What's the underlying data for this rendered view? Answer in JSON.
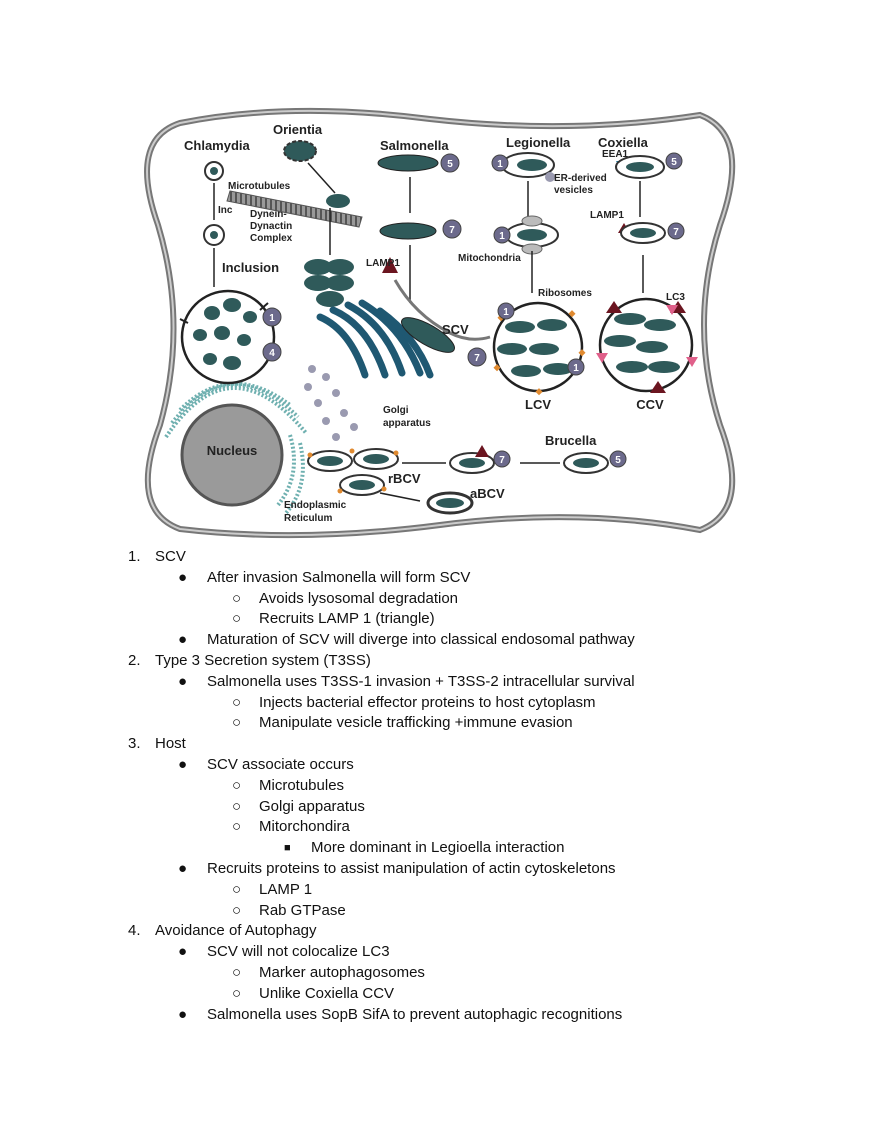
{
  "figure": {
    "labels": {
      "chlamydia": "Chlamydia",
      "orientia": "Orientia",
      "salmonella": "Salmonella",
      "legionella": "Legionella",
      "coxiella": "Coxiella",
      "eea1": "EEA1",
      "microtubules": "Microtubules",
      "inc": "Inc",
      "dynein1": "Dynein-",
      "dynein2": "Dynactin",
      "dynein3": "Complex",
      "inclusion": "Inclusion",
      "er_vesicles1": "ER-derived",
      "er_vesicles2": "vesicles",
      "lamp1_left": "LAMP1",
      "lamp1_right": "LAMP1",
      "mitochondria": "Mitochondria",
      "ribosomes": "Ribosomes",
      "lc3": "LC3",
      "scv": "SCV",
      "lcv": "LCV",
      "ccv": "CCV",
      "golgi1": "Golgi",
      "golgi2": "apparatus",
      "nucleus": "Nucleus",
      "brucella": "Brucella",
      "rbcv": "rBCV",
      "abcv": "aBCV",
      "er1": "Endoplasmic",
      "er2": "Reticulum"
    },
    "badges": {
      "chl_1": "1",
      "chl_4": "4",
      "sal_5": "5",
      "sal_7": "7",
      "scv_7": "7",
      "leg_1a": "1",
      "leg_1b": "1",
      "lcv_1a": "1",
      "lcv_1b": "1",
      "cox_5": "5",
      "cox_7": "7",
      "bru_5": "5",
      "bru_7": "7"
    },
    "colors": {
      "organism": "#2f5a5a",
      "badge": "#6c6a8c",
      "lamp_triangle": "#6b1520",
      "lc3": "#e0608a",
      "ribosome": "#e08a30",
      "nucleus": "#9a9a9a",
      "er": "#6fb0b0",
      "golgi": "#1f5872",
      "vesicle": "#9a9ab0"
    }
  },
  "notes": [
    {
      "level": 0,
      "marker": "1.",
      "text": "SCV"
    },
    {
      "level": 1,
      "marker": "●",
      "text": "After invasion Salmonella will form SCV"
    },
    {
      "level": 2,
      "marker": "○",
      "text": "Avoids lysosomal degradation"
    },
    {
      "level": 2,
      "marker": "○",
      "text": "Recruits LAMP 1 (triangle)"
    },
    {
      "level": 1,
      "marker": "●",
      "text": "Maturation of SCV will diverge into classical endosomal pathway"
    },
    {
      "level": 0,
      "marker": "2.",
      "text": "Type 3 Secretion system (T3SS)"
    },
    {
      "level": 1,
      "marker": "●",
      "text": "Salmonella uses T3SS-1 invasion + T3SS-2 intracellular survival"
    },
    {
      "level": 2,
      "marker": "○",
      "text": "Injects bacterial effector proteins to host cytoplasm"
    },
    {
      "level": 2,
      "marker": "○",
      "text": "Manipulate vesicle trafficking +immune evasion"
    },
    {
      "level": 0,
      "marker": "3.",
      "text": "Host"
    },
    {
      "level": 1,
      "marker": "●",
      "text": "SCV associate occurs"
    },
    {
      "level": 2,
      "marker": "○",
      "text": "Microtubules"
    },
    {
      "level": 2,
      "marker": "○",
      "text": "Golgi apparatus"
    },
    {
      "level": 2,
      "marker": "○",
      "text": "Mitorchondira"
    },
    {
      "level": 3,
      "marker": "■",
      "text": "More dominant in Legioella interaction"
    },
    {
      "level": 1,
      "marker": "●",
      "text": "Recruits proteins to assist manipulation of actin cytoskeletons"
    },
    {
      "level": 2,
      "marker": "○",
      "text": "LAMP 1"
    },
    {
      "level": 2,
      "marker": "○",
      "text": "Rab GTPase"
    },
    {
      "level": 0,
      "marker": "4.",
      "text": "Avoidance of Autophagy"
    },
    {
      "level": 1,
      "marker": "●",
      "text": "SCV will not colocalize LC3"
    },
    {
      "level": 2,
      "marker": "○",
      "text": "Marker autophagosomes"
    },
    {
      "level": 2,
      "marker": "○",
      "text": "Unlike Coxiella CCV"
    },
    {
      "level": 1,
      "marker": "●",
      "text": "Salmonella uses SopB SifA to prevent autophagic recognitions"
    }
  ]
}
